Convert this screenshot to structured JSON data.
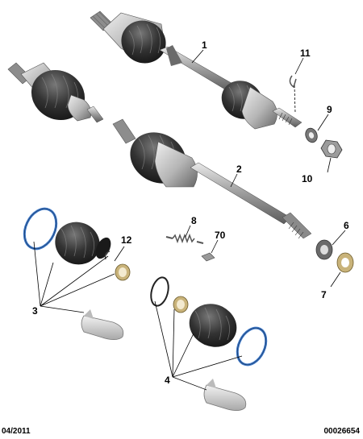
{
  "callouts": {
    "c1": "1",
    "c2": "2",
    "c3": "3",
    "c4": "4",
    "c6": "6",
    "c7": "7",
    "c8": "8",
    "c9": "9",
    "c10": "10",
    "c11": "11",
    "c12": "12",
    "c70": "70"
  },
  "footer": {
    "date": "04/2011",
    "reference": "00026654"
  },
  "colors": {
    "part_fill": "#cfcfcf",
    "part_dark": "#5a5a5a",
    "boot_black": "#2b2b2b",
    "ring_blue": "#3d78c8",
    "line": "#000000"
  }
}
